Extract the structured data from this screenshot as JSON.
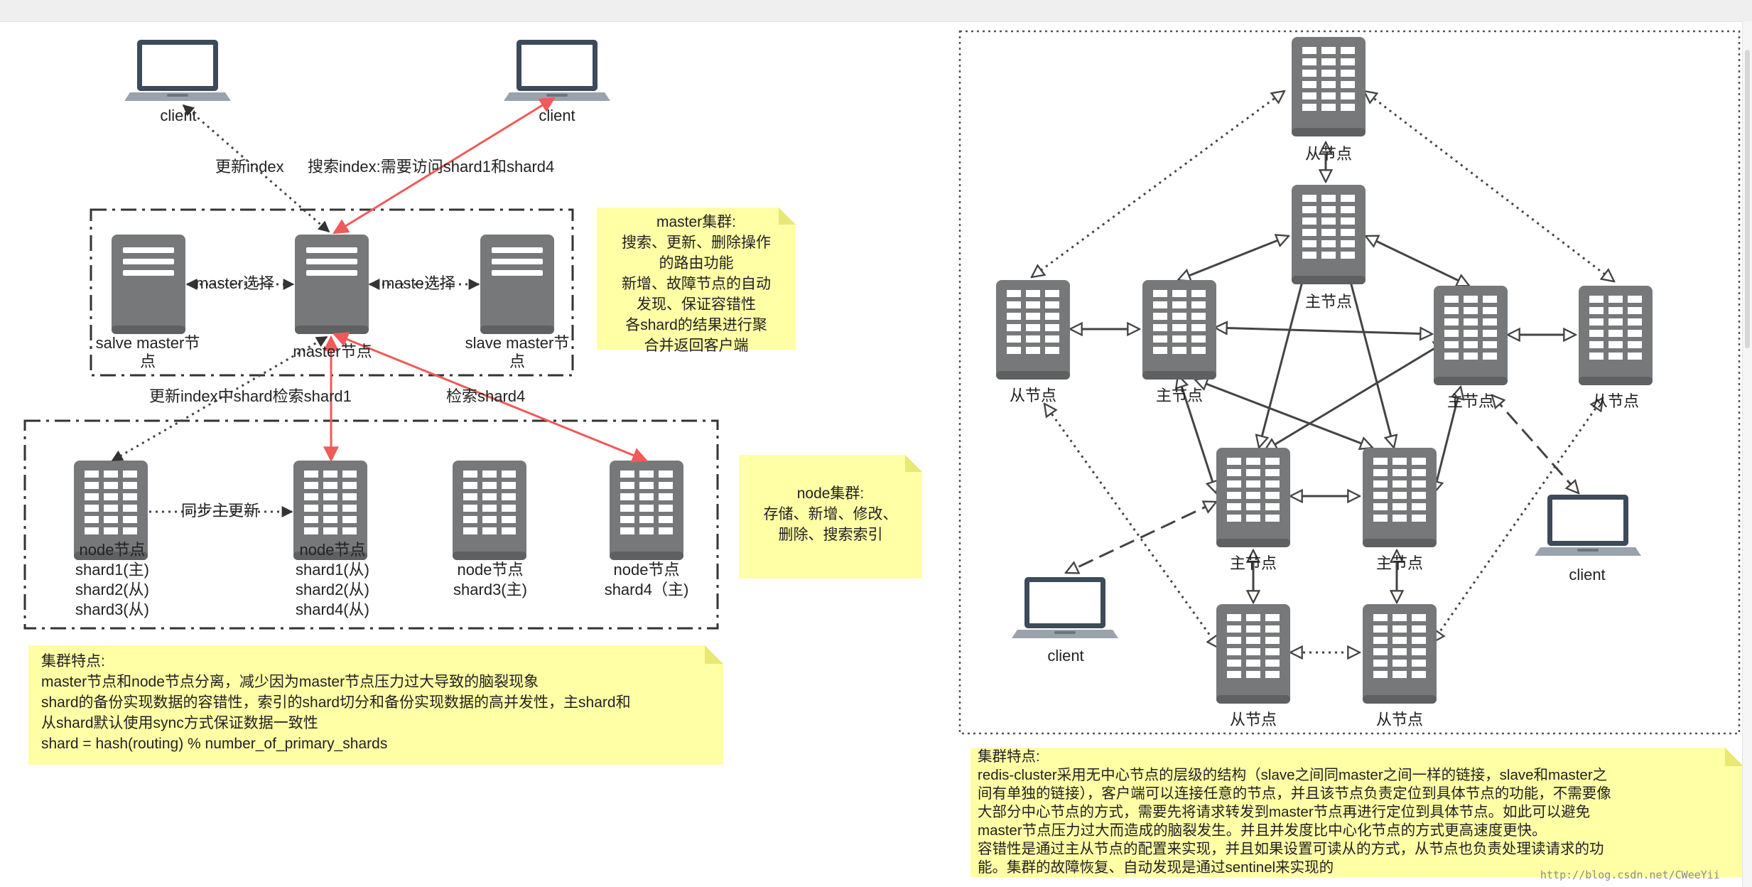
{
  "colors": {
    "accent_red": "#f05a5a",
    "server": "#77787a",
    "laptop_frame": "#3d4a5a",
    "note_bg": "#ffffa6"
  },
  "icons": [
    "laptop-icon",
    "server-icon",
    "rack-server-icon"
  ],
  "left": {
    "client_left": "client",
    "client_right": "client",
    "edge_update_index": "更新index",
    "edge_search_index": "搜索index:需要访问shard1和shard4",
    "edge_master_select": "master选择",
    "edge_maste_select": "maste选择",
    "salve_master_label": "salve master节\n点",
    "master_label": "master节点",
    "slave_master_label": "slave master节\n点",
    "edge_update_shard": "更新index中shard检索shard1",
    "edge_search_shard4": "检索shard4",
    "edge_sync": "同步主更新",
    "node1_label": "node节点\nshard1(主)\nshard2(从)\nshard3(从)",
    "node2_label": "node节点\nshard1(从)\nshard2(从)\nshard4(从)",
    "node3_label": "node节点\nshard3(主)",
    "node4_label": "node节点\nshard4（主)",
    "note_master": "master集群:\n搜索、更新、删除操作\n的路由功能\n新增、故障节点的自动\n发现、保证容错性\n各shard的结果进行聚\n合并返回客户端",
    "note_node": "node集群:\n存储、新增、修改、\n删除、搜索索引",
    "note_features": "集群特点:\nmaster节点和node节点分离，减少因为master节点压力过大导致的脑裂现象\nshard的备份实现数据的容错性，索引的shard切分和备份实现数据的高并发性，主shard和\n从shard默认使用sync方式保证数据一致性\nshard = hash(routing) % number_of_primary_shards"
  },
  "right": {
    "slave_top": "从节点",
    "master_top": "主节点",
    "slave_left": "从节点",
    "master_left": "主节点",
    "master_right": "主节点",
    "slave_right": "从节点",
    "master_bottom_left": "主节点",
    "master_bottom_right": "主节点",
    "slave_bottom_left": "从节点",
    "slave_bottom_right": "从节点",
    "client_right": "client",
    "client_left": "client",
    "note_features": "集群特点:\nredis-cluster采用无中心节点的层级的结构（slave之间同master之间一样的链接，slave和master之\n间有单独的链接），客户端可以连接任意的节点，并且该节点负责定位到具体节点的功能，不需要像\n大部分中心节点的方式，需要先将请求转发到master节点再进行定位到具体节点。如此可以避免\nmaster节点压力过大而造成的脑裂发生。并且并发度比中心化节点的方式更高速度更快。\n容错性是通过主从节点的配置来实现，并且如果设置可读从的方式，从节点也负责处理读请求的功\n能。集群的故障恢复、自动发现是通过sentinel来实现的",
    "watermark": "http://blog.csdn.net/CWeeYii"
  }
}
